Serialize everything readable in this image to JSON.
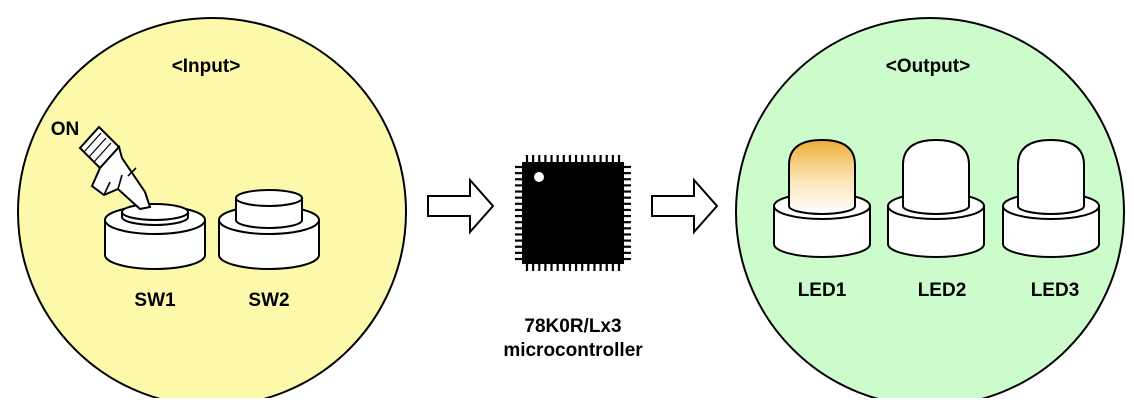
{
  "input_panel": {
    "title": "<Input>",
    "on_label": "ON",
    "switches": [
      {
        "label": "SW1",
        "pressed": true
      },
      {
        "label": "SW2",
        "pressed": false
      }
    ],
    "fill_color": "#fdf9aa"
  },
  "microcontroller": {
    "name_line1": "78K0R/Lx3",
    "name_line2": "microcontroller",
    "icon": "chip-icon"
  },
  "output_panel": {
    "title": "<Output>",
    "leds": [
      {
        "label": "LED1",
        "lit": true
      },
      {
        "label": "LED2",
        "lit": false
      },
      {
        "label": "LED3",
        "lit": false
      }
    ],
    "fill_color": "#ccfccc",
    "lit_color": "#f0b830"
  }
}
